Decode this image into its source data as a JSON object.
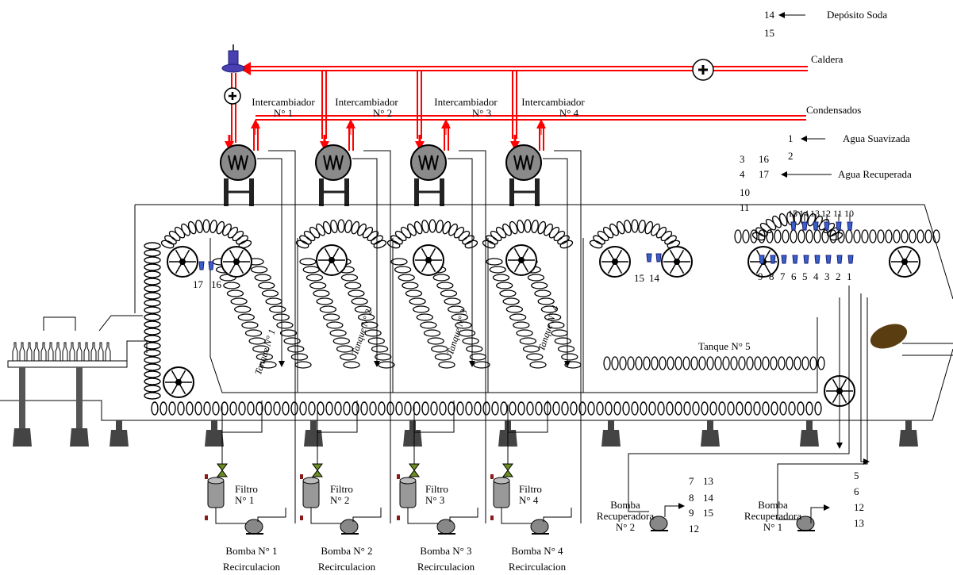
{
  "top_labels": {
    "deposito_soda": "Depósito Soda",
    "deposito_num_a": "14",
    "deposito_num_b": "15",
    "caldera": "Caldera",
    "condensados": "Condensados",
    "agua_suavizada": "Agua Suavizada",
    "agua_suavizada_num_a": "1",
    "agua_suavizada_num_b": "2",
    "agua_recuperada": "Agua Recuperada",
    "agua_recuperada_nums": [
      "3",
      "16",
      "4",
      "17",
      "10",
      "11"
    ]
  },
  "exchangers": [
    {
      "label": "Intercambiador",
      "num": "N° 1"
    },
    {
      "label": "Intercambiador",
      "num": "N° 2"
    },
    {
      "label": "Intercambiador",
      "num": "N° 3"
    },
    {
      "label": "Intercambiador",
      "num": "N° 4"
    }
  ],
  "tanks": [
    "Tanque N° 1",
    "Tanque N° 2",
    "Tanque N° 3",
    "Tanque N° 4"
  ],
  "tank5": "Tanque N° 5",
  "nozzles": {
    "tank1": [
      "17",
      "16"
    ],
    "tank5a": [
      "15",
      "14"
    ],
    "top": [
      "15",
      "14",
      "13",
      "12",
      "11",
      "10"
    ],
    "bottom": [
      "9",
      "8",
      "7",
      "6",
      "5",
      "4",
      "3",
      "2",
      "1"
    ]
  },
  "filters": [
    {
      "label": "Filtro",
      "num": "N° 1"
    },
    {
      "label": "Filtro",
      "num": "N° 2"
    },
    {
      "label": "Filtro",
      "num": "N° 3"
    },
    {
      "label": "Filtro",
      "num": "N° 4"
    }
  ],
  "pumps": [
    {
      "label": "Bomba N° 1",
      "sub": "Recirculacion"
    },
    {
      "label": "Bomba N° 2",
      "sub": "Recirculacion"
    },
    {
      "label": "Bomba N° 3",
      "sub": "Recirculacion"
    },
    {
      "label": "Bomba N° 4",
      "sub": "Recirculacion"
    }
  ],
  "recovery_pumps": [
    {
      "label": "Bomba",
      "sub": "Recuperadora",
      "num": "N° 2",
      "outputs": [
        "7",
        "13",
        "8",
        "14",
        "9",
        "15",
        "12"
      ]
    },
    {
      "label": "Bomba",
      "sub": "Recuperadora",
      "num": "N° 1",
      "outputs": [
        "5",
        "6",
        "12",
        "13"
      ]
    }
  ],
  "colors": {
    "steam": "#ff0000",
    "valve": "#4a3fb0",
    "pipe": "#000000",
    "drum": "#8a8a8a",
    "nozzle": "#3a5fc8",
    "valve_green": "#6b8e23",
    "brown": "#5a3e12"
  }
}
